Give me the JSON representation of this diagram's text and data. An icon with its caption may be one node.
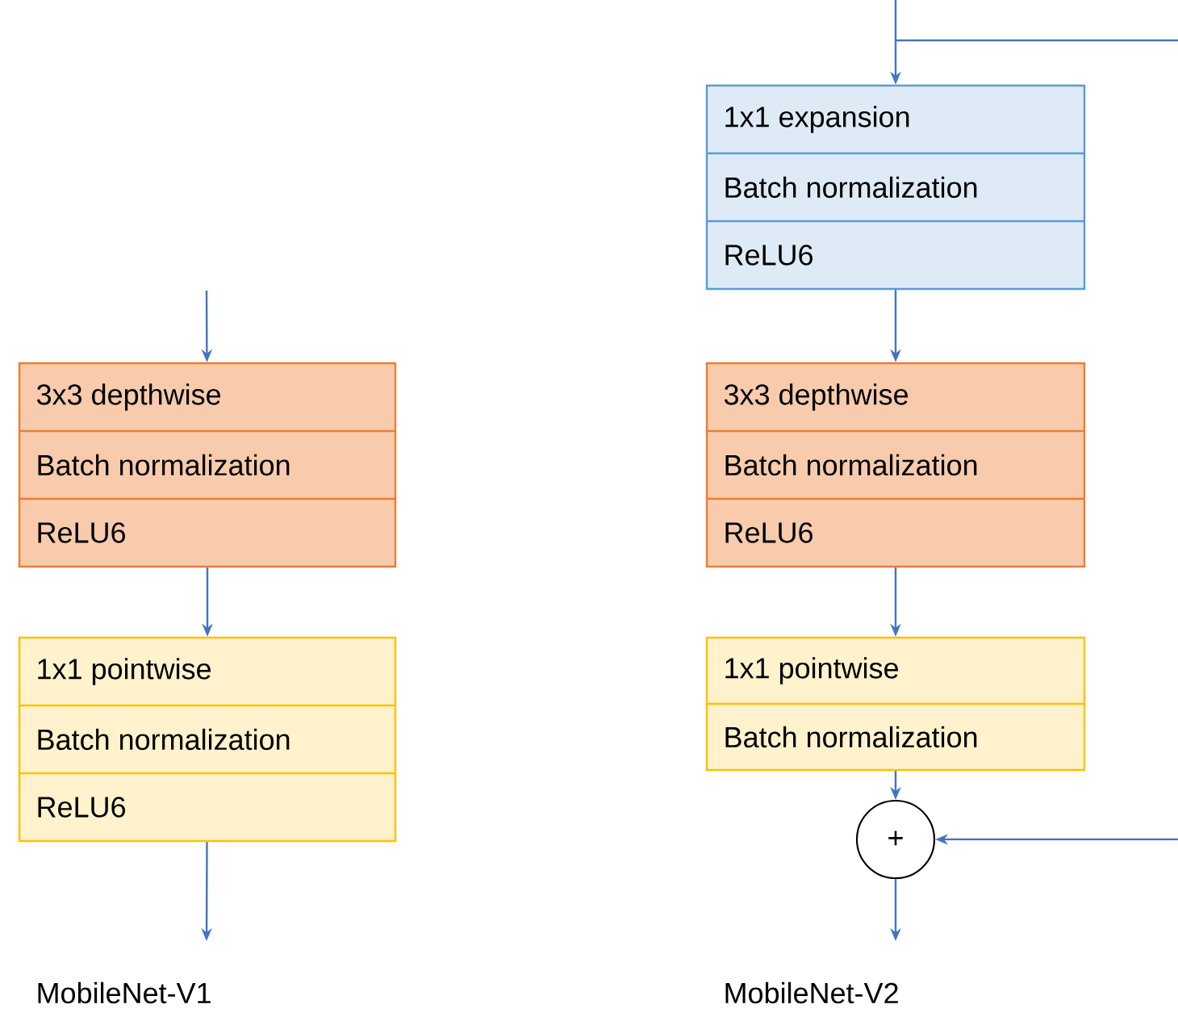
{
  "diagram": {
    "nodes": [
      {
        "text": [
          "3x3 depthwise",
          "Batch normalization",
          "ReLU6"
        ]
      },
      {
        "text": [
          "1x1 pointwise",
          "Batch normalization",
          "ReLU6"
        ]
      },
      {
        "text": [
          "1x1 expansion",
          "Batch normalization",
          "ReLU6"
        ]
      },
      {
        "text": [
          "3x3 depthwise",
          "Batch normalization",
          "ReLU6"
        ]
      },
      {
        "text": [
          "1x1 pointwise",
          "Batch normalization"
        ]
      },
      {
        "text": [
          "+"
        ]
      }
    ],
    "edges": [
      {
        "from": null,
        "to": 0,
        "arrow": "to"
      },
      {
        "from": 0,
        "to": 1,
        "arrow": "to"
      },
      {
        "from": 1,
        "to": null,
        "arrow": "to"
      },
      {
        "from": null,
        "to": 2,
        "arrow": "to"
      },
      {
        "from": 2,
        "to": 3,
        "arrow": "to"
      },
      {
        "from": 3,
        "to": 4,
        "arrow": "to"
      },
      {
        "from": 4,
        "to": 5,
        "arrow": "to"
      },
      {
        "from": 5,
        "to": null,
        "arrow": "to"
      },
      {
        "from": null,
        "to": 5,
        "arrow": "to"
      }
    ],
    "labels": [
      "MobileNet-V1",
      "MobileNet-V2"
    ]
  }
}
